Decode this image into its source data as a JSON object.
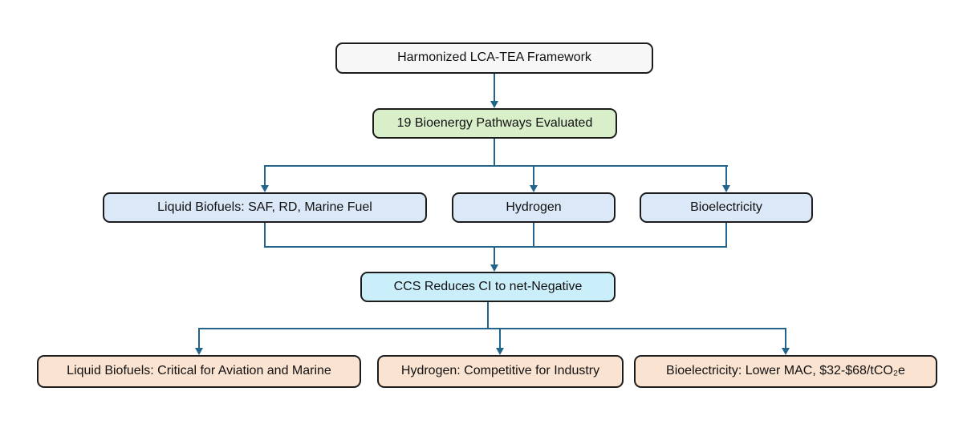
{
  "diagram": {
    "type": "flowchart",
    "background_color": "#ffffff",
    "connector_color": "#23658a",
    "node_border_color": "#1c1c1c",
    "text_color": "#111111"
  },
  "nodes": {
    "framework": {
      "label": "Harmonized LCA-TEA Framework",
      "fill": "#f7f7f7"
    },
    "pathways": {
      "label": "19 Bioenergy Pathways Evaluated",
      "fill": "#d9efca"
    },
    "liquid_biofuels": {
      "label": "Liquid Biofuels: SAF, RD, Marine Fuel",
      "fill": "#dbe8f7"
    },
    "hydrogen": {
      "label": "Hydrogen",
      "fill": "#dbe8f7"
    },
    "bioelectricity": {
      "label": "Bioelectricity",
      "fill": "#dbe8f7"
    },
    "ccs": {
      "label": "CCS Reduces CI to net-Negative",
      "fill": "#cbeefb"
    },
    "liquid_outcome": {
      "label": "Liquid Biofuels: Critical for Aviation and Marine",
      "fill": "#fbe3d1"
    },
    "hydrogen_outcome": {
      "label": "Hydrogen: Competitive for Industry",
      "fill": "#fbe3d1"
    },
    "bioelectricity_outcome": {
      "label": "Bioelectricity: Lower MAC, $32-$68/tCO₂e",
      "fill": "#fbe3d1"
    }
  },
  "edges": [
    {
      "from": "framework",
      "to": "pathways"
    },
    {
      "from": "pathways",
      "to": "liquid_biofuels"
    },
    {
      "from": "pathways",
      "to": "hydrogen"
    },
    {
      "from": "pathways",
      "to": "bioelectricity"
    },
    {
      "from": "liquid_biofuels",
      "to": "ccs"
    },
    {
      "from": "hydrogen",
      "to": "ccs"
    },
    {
      "from": "bioelectricity",
      "to": "ccs"
    },
    {
      "from": "ccs",
      "to": "liquid_outcome"
    },
    {
      "from": "ccs",
      "to": "hydrogen_outcome"
    },
    {
      "from": "ccs",
      "to": "bioelectricity_outcome"
    }
  ]
}
